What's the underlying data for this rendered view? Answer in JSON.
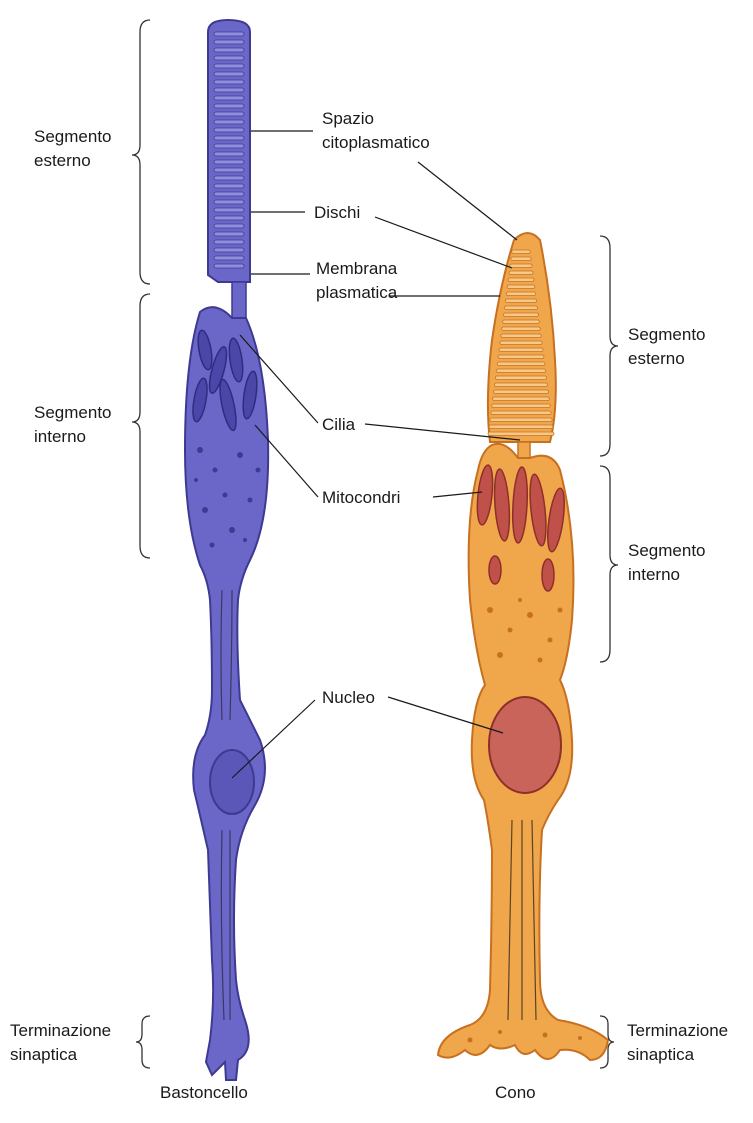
{
  "labels": {
    "rod_outer_segment": [
      "Segmento",
      "esterno"
    ],
    "rod_inner_segment": [
      "Segmento",
      "interno"
    ],
    "rod_synaptic": [
      "Terminazione",
      "sinaptica"
    ],
    "cone_outer_segment": [
      "Segmento",
      "esterno"
    ],
    "cone_inner_segment": [
      "Segmento",
      "interno"
    ],
    "cone_synaptic": [
      "Terminazione",
      "sinaptica"
    ],
    "cytoplasmic_space": [
      "Spazio",
      "citoplasmatico"
    ],
    "discs": "Dischi",
    "plasma_membrane": [
      "Membrana",
      "plasmatica"
    ],
    "cilia": "Cilia",
    "mitochondria": "Mitocondri",
    "nucleus": "Nucleo",
    "rod_name": "Bastoncello",
    "cone_name": "Cono"
  },
  "colors": {
    "rod_fill": "#6a67c8",
    "rod_dark": "#3d3a92",
    "rod_light": "#8f8ddc",
    "cone_fill": "#f0a64a",
    "cone_dark": "#c7701f",
    "cone_light": "#f8c888",
    "mito_red": "#c0504a",
    "nucleus_red": "#c8645a"
  }
}
